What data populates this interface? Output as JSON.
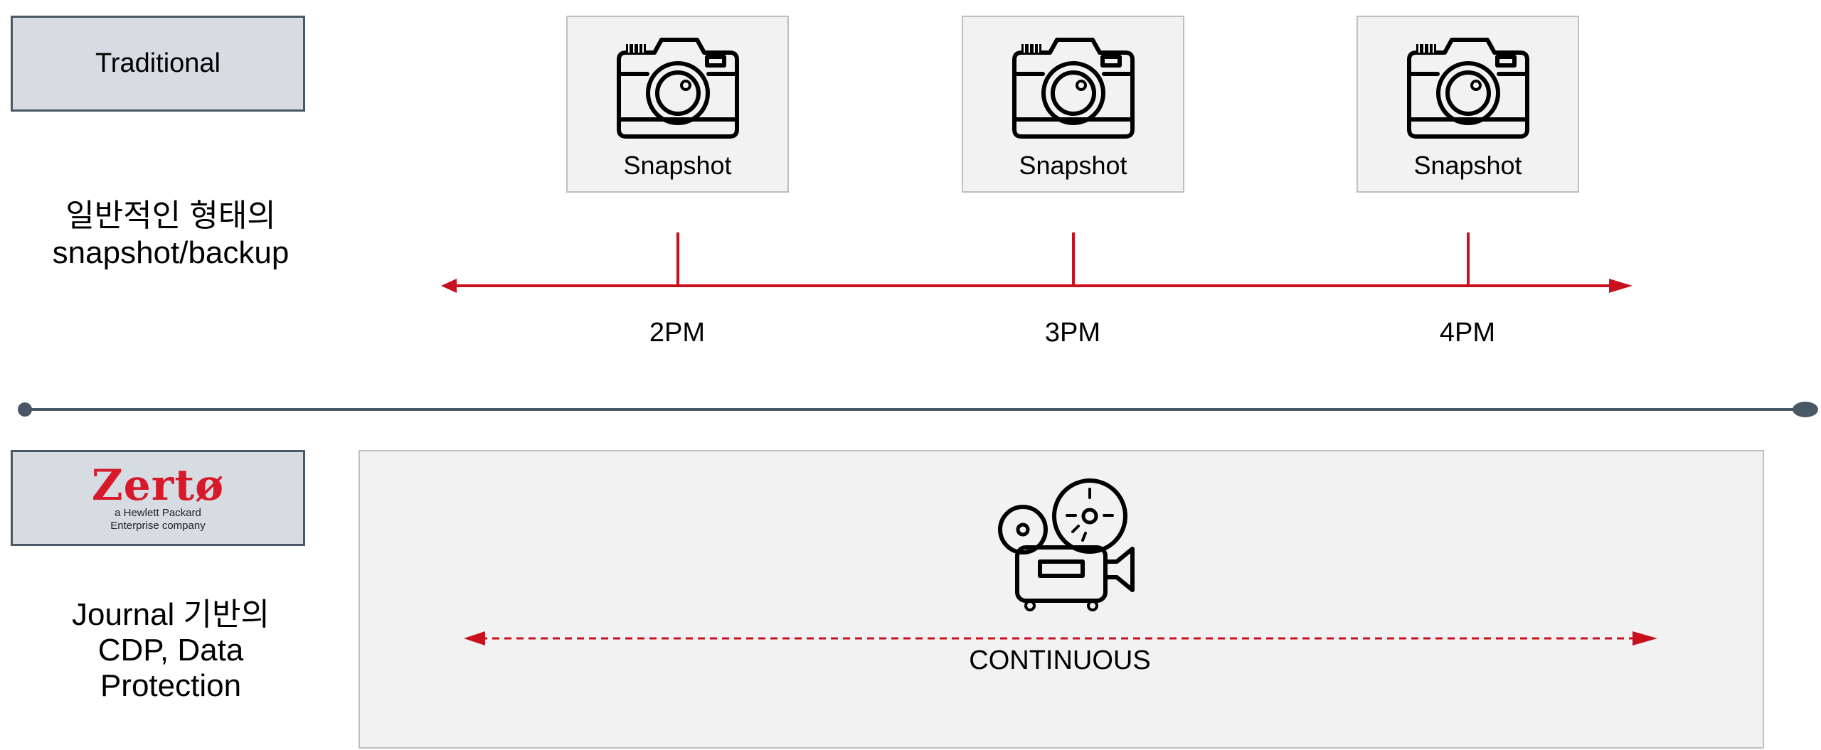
{
  "traditional": {
    "box_label": "Traditional",
    "description_line1": "일반적인 형태의",
    "description_line2": "snapshot/backup",
    "snapshots": [
      {
        "label": "Snapshot",
        "time": "2PM"
      },
      {
        "label": "Snapshot",
        "time": "3PM"
      },
      {
        "label": "Snapshot",
        "time": "4PM"
      }
    ]
  },
  "zerto": {
    "logo_text": "Zertø",
    "tagline_line1": "a Hewlett Packard",
    "tagline_line2": "Enterprise company",
    "description_line1": "Journal 기반의",
    "description_line2": "CDP, Data",
    "description_line3": "Protection",
    "continuous_label": "CONTINUOUS"
  },
  "colors": {
    "accent_red": "#c8101e",
    "brand_red": "#d7192a",
    "divider_slate": "#4a5866",
    "box_fill": "#d6dce2",
    "panel_fill": "#f2f2f2"
  },
  "icons": [
    "camera-icon",
    "film-projector-icon"
  ]
}
